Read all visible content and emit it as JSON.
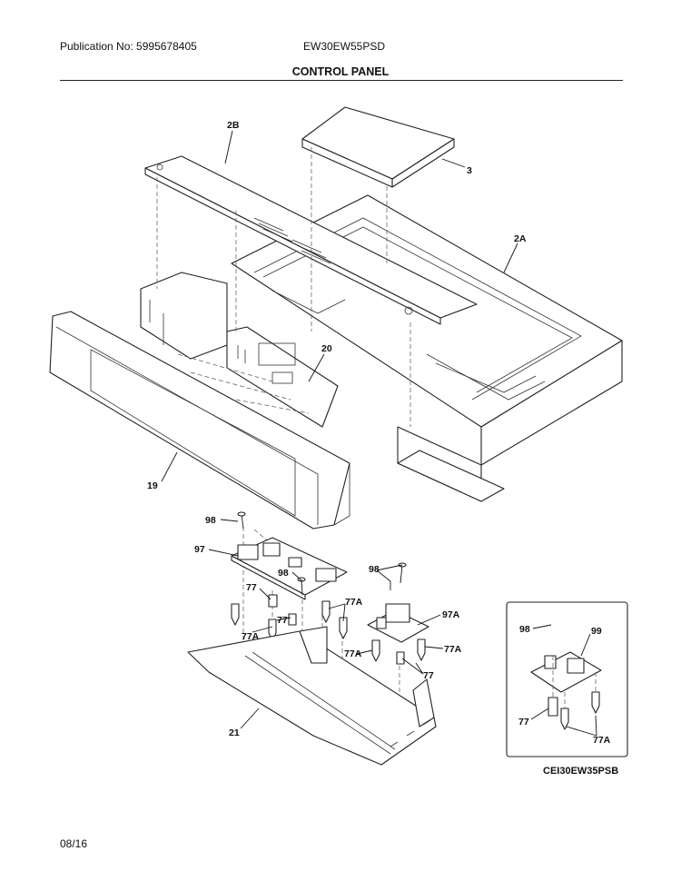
{
  "header": {
    "publication": "Publication No: 5995678405",
    "model": "EW30EW55PSD",
    "section_title": "CONTROL PANEL"
  },
  "callouts": {
    "c2B": "2B",
    "c3": "3",
    "c2A": "2A",
    "c20": "20",
    "c19": "19",
    "c98a": "98",
    "c97": "97",
    "c98b": "98",
    "c77a": "77",
    "c77Aa": "77A",
    "c77b": "77",
    "c77Ab": "77A",
    "c98c": "98",
    "c97A": "97A",
    "c77Ac": "77A",
    "c77Ad": "77A",
    "c77c": "77",
    "c21": "21",
    "c98d": "98",
    "c99": "99",
    "c77d": "77",
    "c77Ae": "77A"
  },
  "footer": {
    "diagram_code": "CEI30EW35PSB",
    "date": "08/16"
  }
}
